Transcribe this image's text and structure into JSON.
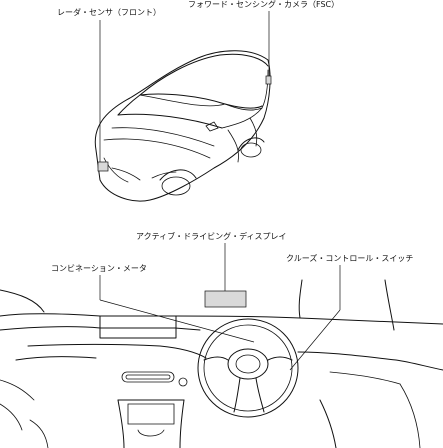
{
  "callouts": {
    "radar_sensor": "レーダ・センサ（フロント）",
    "forward_camera": "フォワード・センシング・カメラ（FSC）",
    "active_display": "アクティブ・ドライビング・ディスプレイ",
    "combination_meter": "コンビネーション・メータ",
    "cruise_switch": "クルーズ・コントロール・スイッチ"
  }
}
